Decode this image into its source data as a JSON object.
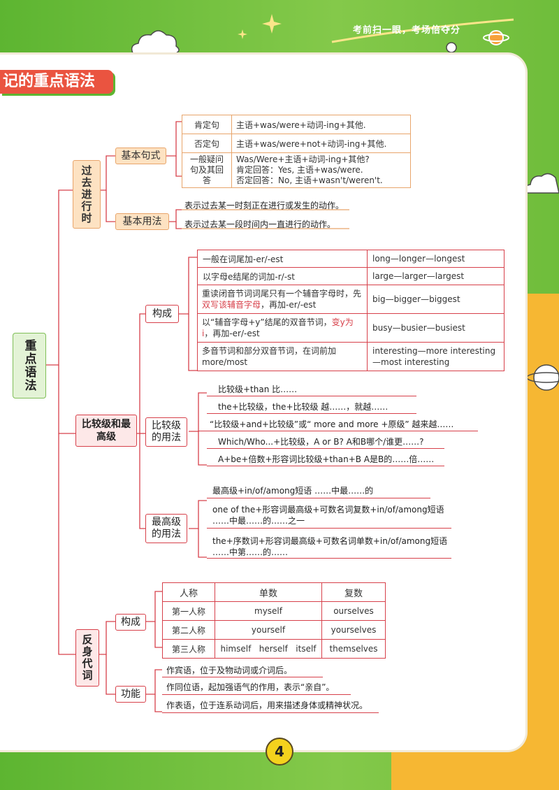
{
  "header": {
    "slogan": "考前扫一眼，考场倍夺分"
  },
  "page_title": "记的重点语法",
  "root": "重点语法",
  "past_continuous": {
    "title": "过去进行时",
    "forms": {
      "label": "基本句式",
      "rows": [
        {
          "type": "肯定句",
          "text": "主语+was/were+动词-ing+其他."
        },
        {
          "type": "否定句",
          "text": "主语+was/were+not+动词-ing+其他."
        },
        {
          "type": "一般疑问句及其回答",
          "lines": [
            "Was/Were+主语+动词-ing+其他?",
            "肯定回答：Yes, 主语+was/were.",
            "否定回答：No, 主语+wasn't/weren't."
          ]
        }
      ]
    },
    "usage": {
      "label": "基本用法",
      "items": [
        "表示过去某一时刻正在进行或发生的动作。",
        "表示过去某一段时间内一直进行的动作。"
      ]
    }
  },
  "comparison": {
    "title": "比较级和最高级",
    "formation": {
      "label": "构成",
      "rows": [
        {
          "rule": "一般在词尾加-er/-est",
          "example": "long—longer—longest"
        },
        {
          "rule": "以字母e结尾的词加-r/-st",
          "example": "large—larger—largest"
        },
        {
          "rule_a": "重读闭音节词词尾只有一个辅音字母时，先",
          "rule_b": "双写该辅音字母",
          "rule_c": "，再加-er/-est",
          "example": "big—bigger—biggest"
        },
        {
          "rule_a": "以“辅音字母+y”结尾的双音节词，",
          "rule_b": "变y为i",
          "rule_c": "，再加-er/-est",
          "example": "busy—busier—busiest"
        },
        {
          "rule": "多音节词和部分双音节词，在词前加more/most",
          "example": "interesting—more interesting—most interesting"
        }
      ]
    },
    "comparative_usage": {
      "label": "比较级的用法",
      "items": [
        "比较级+than 比……",
        "the+比较级，the+比较级 越……，就越……",
        "“比较级+and+比较级”或“ more and more +原级” 越来越……",
        "Which/Who...+比较级，A or B? A和B哪个/谁更……?",
        "A+be+倍数+形容词比较级+than+B   A是B的……倍……"
      ]
    },
    "superlative_usage": {
      "label": "最高级的用法",
      "items": [
        "最高级+in/of/among短语 ……中最……的",
        "one of the+形容词最高级+可数名词复数+in/of/among短语",
        "……中最……的……之一",
        "the+序数词+形容词最高级+可数名词单数+in/of/among短语",
        "……中第……的……"
      ]
    }
  },
  "reflexive": {
    "title": "反身代词",
    "formation": {
      "label": "构成",
      "headers": [
        "人称",
        "单数",
        "复数"
      ],
      "rows": [
        {
          "person": "第一人称",
          "singular": "myself",
          "plural": "ourselves"
        },
        {
          "person": "第二人称",
          "singular": "yourself",
          "plural": "yourselves"
        },
        {
          "person": "第三人称",
          "singular": "himself   herself   itself",
          "plural": "themselves"
        }
      ]
    },
    "function": {
      "label": "功能",
      "items": [
        "作宾语，位于及物动词或介词后。",
        "作同位语，起加强语气的作用，表示“亲自”。",
        "作表语，位于连系动词后，用来描述身体或精神状况。"
      ]
    }
  },
  "page_number": "4"
}
